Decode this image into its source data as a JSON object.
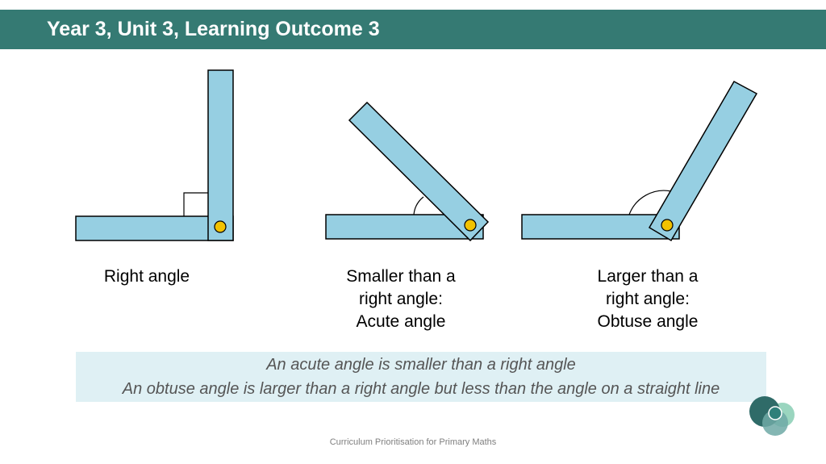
{
  "header": {
    "title": "Year 3, Unit 3, Learning Outcome 3"
  },
  "figures": [
    {
      "caption_lines": [
        "Right angle"
      ]
    },
    {
      "caption_lines": [
        "Smaller than a",
        "right angle:",
        "Acute angle"
      ]
    },
    {
      "caption_lines": [
        "Larger than a",
        "right angle:",
        "Obtuse angle"
      ]
    }
  ],
  "info": {
    "line1": "An acute angle is smaller than a right angle",
    "line2": "An obtuse angle is larger than a right angle but less than the angle on a straight line"
  },
  "footer": {
    "text": "Curriculum Prioritisation for Primary Maths"
  },
  "colors": {
    "header_bg": "#357a73",
    "strip_fill": "#96cfe2",
    "pivot": "#f2c200",
    "info_bg": "#dff0f4"
  }
}
